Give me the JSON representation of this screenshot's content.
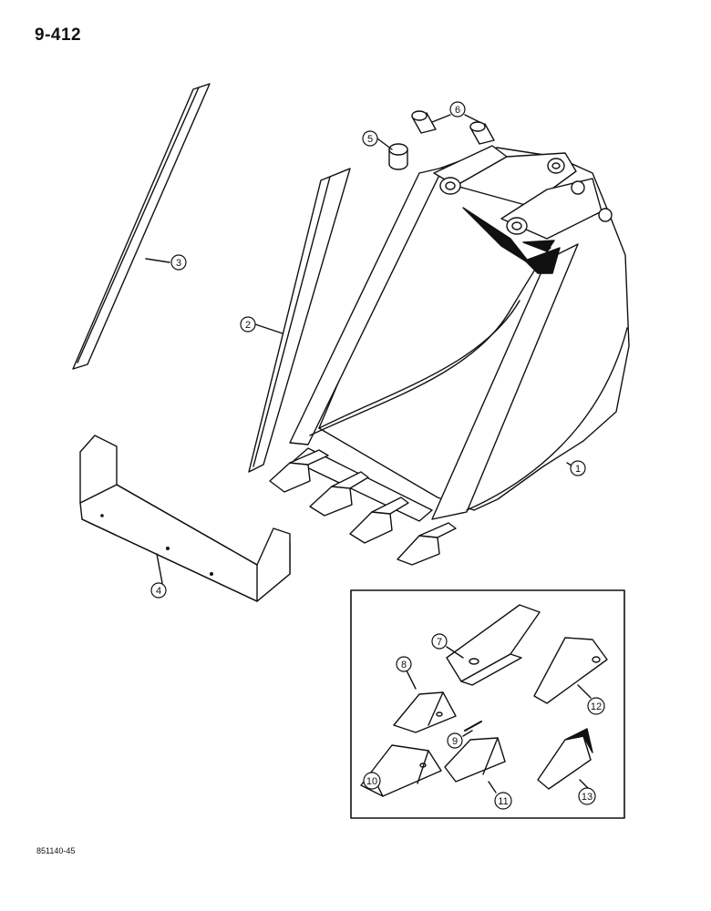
{
  "page": {
    "number": "9-412",
    "figure_code": "851140-45"
  },
  "callouts": [
    {
      "id": "c1",
      "label": "1"
    },
    {
      "id": "c2",
      "label": "2"
    },
    {
      "id": "c3",
      "label": "3"
    },
    {
      "id": "c4",
      "label": "4"
    },
    {
      "id": "c5",
      "label": "5"
    },
    {
      "id": "c6",
      "label": "6"
    },
    {
      "id": "c7",
      "label": "7"
    },
    {
      "id": "c8",
      "label": "8"
    },
    {
      "id": "c9",
      "label": "9"
    },
    {
      "id": "c10",
      "label": "10"
    },
    {
      "id": "c11",
      "label": "11"
    },
    {
      "id": "c12",
      "label": "12"
    },
    {
      "id": "c13",
      "label": "13"
    }
  ]
}
